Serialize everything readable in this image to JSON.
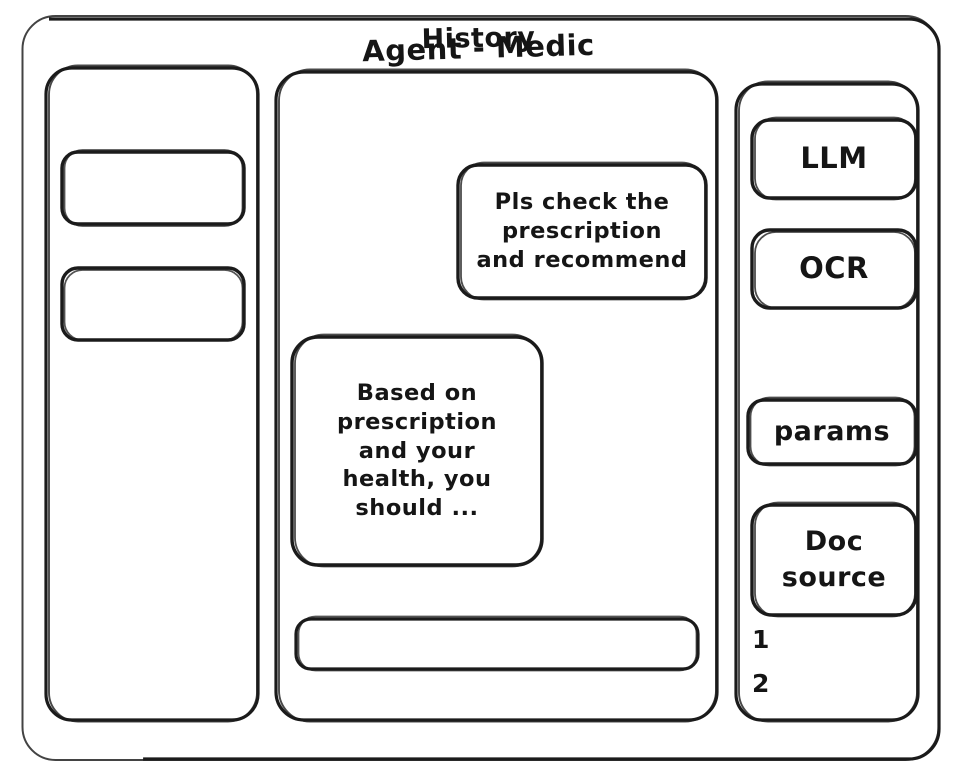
{
  "app": {
    "name": "agent-chat-wireframe",
    "style": "hand-drawn-sketch",
    "stroke_color": "#1b1b1b",
    "background_color": "#ffffff"
  },
  "history": {
    "title": "History",
    "items": [
      {
        "label": ""
      },
      {
        "label": ""
      }
    ]
  },
  "chat": {
    "title": "Agent - Medic",
    "messages": [
      {
        "role": "user",
        "text": "Pls check the\nprescription\nand recommend",
        "align": "right"
      },
      {
        "role": "agent",
        "text": "Based on\nprescription\nand your\nhealth, you\nshould ...",
        "align": "left"
      }
    ],
    "input": {
      "value": "",
      "placeholder": ""
    }
  },
  "tools": {
    "items": [
      {
        "label": "LLM"
      },
      {
        "label": "OCR"
      },
      {
        "label": "params"
      },
      {
        "label": "Doc\nsource"
      }
    ],
    "doc_sources": [
      {
        "label": "1"
      },
      {
        "label": "2"
      }
    ]
  }
}
